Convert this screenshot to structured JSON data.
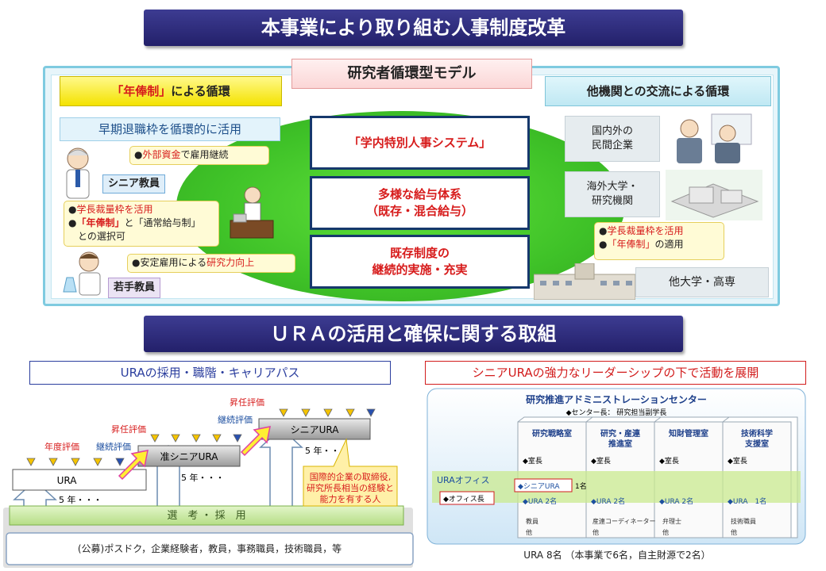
{
  "top_banner": "本事業により取り組む人事制度改革",
  "model_title": "研究者循環型モデル",
  "left_header_red": "「年俸制」",
  "left_header_rest": "による循環",
  "early_retire": "早期退職枠を循環的に活用",
  "note_outside_fund_red": "外部資金",
  "note_outside_fund_rest": "で雇用継続",
  "senior_tag": "シニア教員",
  "note_president_red": "学長裁量枠を活用",
  "note_salary_red": "「年俸制」",
  "note_salary_mid": "と「通常給与制」",
  "note_salary_end": "との選択可",
  "note_stable_pre": "●安定雇用による",
  "note_stable_red": "研究力向上",
  "young_tag": "若手教員",
  "center_box1": "「学内特別人事システム」",
  "center_box2_l1": "多様な給与体系",
  "center_box2_l2": "（既存・混合給与）",
  "center_box3_l1": "既存制度の",
  "center_box3_l2": "継続的実施・充実",
  "right_header": "他機関との交流による循環",
  "right_box1_l1": "国内外の",
  "right_box1_l2": "民間企業",
  "right_box2_l1": "海外大学・",
  "right_box2_l2": "研究機関",
  "right_note1_red": "学長裁量枠を活用",
  "right_note2_red": "「年俸制」",
  "right_note2_rest": "の適用",
  "right_box3": "他大学・高専",
  "bullet": "●",
  "bottom_banner": "ＵＲＡの活用と確保に関する取組",
  "left_section_header": "URAの採用・職階・キャリアパス",
  "right_section_header": "シニアURAの強力なリーダーシップの下で活動を展開",
  "career": {
    "eval_yearly": "年度評価",
    "eval_continue": "継続評価",
    "eval_promote": "昇任評価",
    "step_ura": "URA",
    "step_assoc": "准シニアURA",
    "step_senior": "シニアURA",
    "years": "5 年・・・",
    "selection": "選　考 ・ 採　用",
    "sources": "(公募)ポスドク，企業経験者，教員，事務職員，技術職員，等",
    "callout_l1": "国際的企業の取締役,",
    "callout_l2": "研究所長相当の経験と",
    "callout_l3": "能力を有する人"
  },
  "center_org": {
    "title": "研究推進アドミニストレーションセンター",
    "subtitle": "◆センター長： 研究担当副学長",
    "columns": [
      {
        "name_l1": "研究戦略室",
        "name_l2": "",
        "chief": "◆室長",
        "ura": "◆URA 2名",
        "staff_l1": "教員",
        "staff_l2": "他"
      },
      {
        "name_l1": "研究・産連",
        "name_l2": "推進室",
        "chief": "◆室長",
        "ura": "◆URA 2名",
        "staff_l1": "産連コーディネーター",
        "staff_l2": "他"
      },
      {
        "name_l1": "知財管理室",
        "name_l2": "",
        "chief": "◆室長",
        "ura": "◆URA 2名",
        "staff_l1": "弁理士",
        "staff_l2": "他"
      },
      {
        "name_l1": "技術科学",
        "name_l2": "支援室",
        "chief": "◆室長",
        "ura": "◆URA　1名",
        "staff_l1": "技術職員",
        "staff_l2": "他"
      }
    ],
    "office_label": "URAオフィス",
    "senior_ura": "◆シニアURA",
    "senior_count": "1名",
    "office_chief": "◆オフィス長"
  },
  "caption": "URA 8名 （本事業で6名，自主財源で2名）"
}
